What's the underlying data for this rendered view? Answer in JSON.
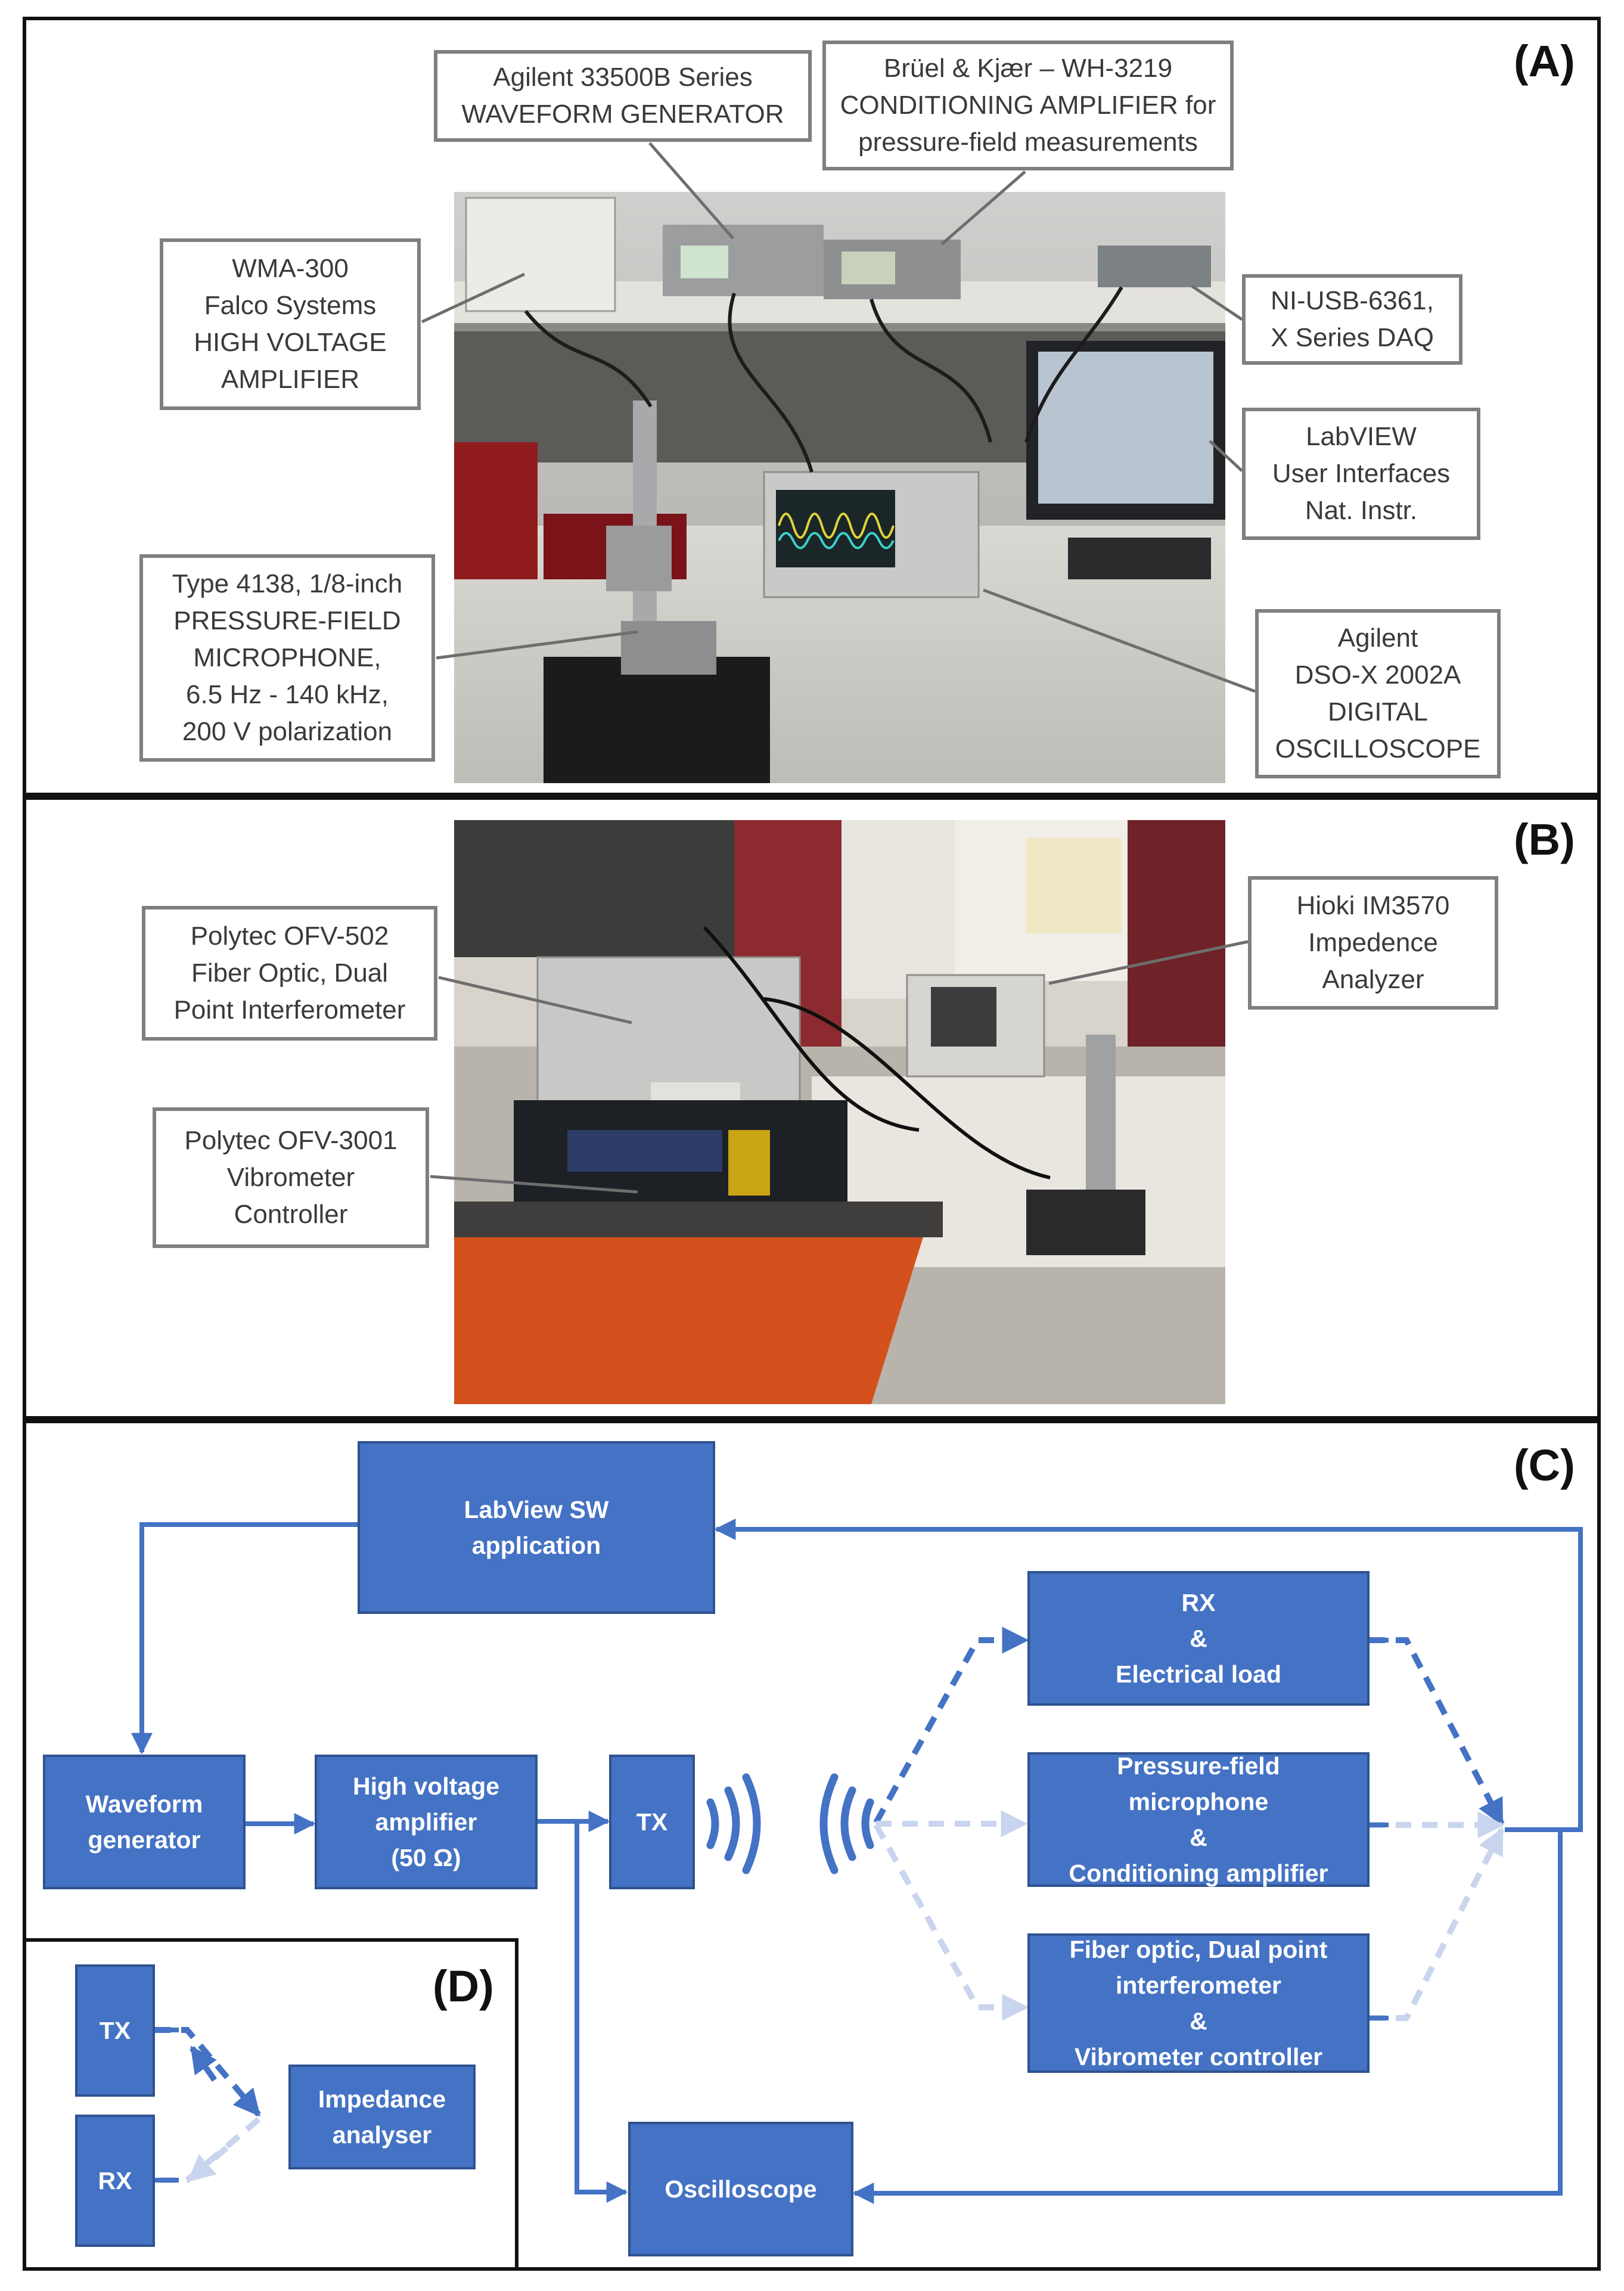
{
  "colors": {
    "block_fill": "#4472c4",
    "block_border": "#2f528f",
    "arrow": "#4472c4",
    "arrow_light": "#c9d5ee",
    "callout_border": "#7f7f7f",
    "panel_border": "#111111"
  },
  "panel_a": {
    "letter": "(A)",
    "photo": "lab-bench-photo",
    "callouts": {
      "waveform_generator": [
        "Agilent 33500B Series",
        "WAVEFORM GENERATOR"
      ],
      "conditioning_amplifier": [
        "Brüel & Kjær – WH-3219",
        "CONDITIONING AMPLIFIER for",
        "pressure-field measurements"
      ],
      "hv_amplifier": [
        "WMA-300",
        "Falco Systems",
        "HIGH VOLTAGE",
        "AMPLIFIER"
      ],
      "daq": [
        "NI-USB-6361,",
        "X Series DAQ"
      ],
      "labview": [
        "LabVIEW",
        "User Interfaces",
        "Nat. Instr."
      ],
      "microphone": [
        "Type 4138, 1/8-inch",
        "PRESSURE-FIELD",
        "MICROPHONE,",
        "6.5 Hz - 140 kHz,",
        "200 V polarization"
      ],
      "oscilloscope": [
        "Agilent",
        "DSO-X 2002A",
        "DIGITAL",
        "OSCILLOSCOPE"
      ]
    }
  },
  "panel_b": {
    "letter": "(B)",
    "photo": "vibrometer-photo",
    "callouts": {
      "interferometer": [
        "Polytec OFV-502",
        "Fiber Optic, Dual",
        "Point Interferometer"
      ],
      "impedance": [
        "Hioki IM3570",
        "Impedence",
        "Analyzer"
      ],
      "vibrometer": [
        "Polytec OFV-3001",
        "Vibrometer",
        "Controller"
      ]
    }
  },
  "panel_c": {
    "letter": "(C)",
    "blocks": {
      "labview": [
        "LabView SW",
        "application"
      ],
      "waveform": [
        "Waveform",
        "generator"
      ],
      "hv_amp": [
        "High voltage",
        "amplifier",
        "(50 Ω)"
      ],
      "tx": [
        "TX"
      ],
      "rx_load": [
        "RX",
        "&",
        "Electrical load"
      ],
      "microphone": [
        "Pressure-field",
        "microphone",
        "&",
        "Conditioning amplifier"
      ],
      "fiber": [
        "Fiber optic, Dual point",
        "interferometer",
        "&",
        "Vibrometer controller"
      ],
      "oscilloscope": [
        "Oscilloscope"
      ]
    }
  },
  "panel_d": {
    "letter": "(D)",
    "blocks": {
      "tx": [
        "TX"
      ],
      "rx": [
        "RX"
      ],
      "impedance": [
        "Impedance",
        "analyser"
      ]
    }
  }
}
